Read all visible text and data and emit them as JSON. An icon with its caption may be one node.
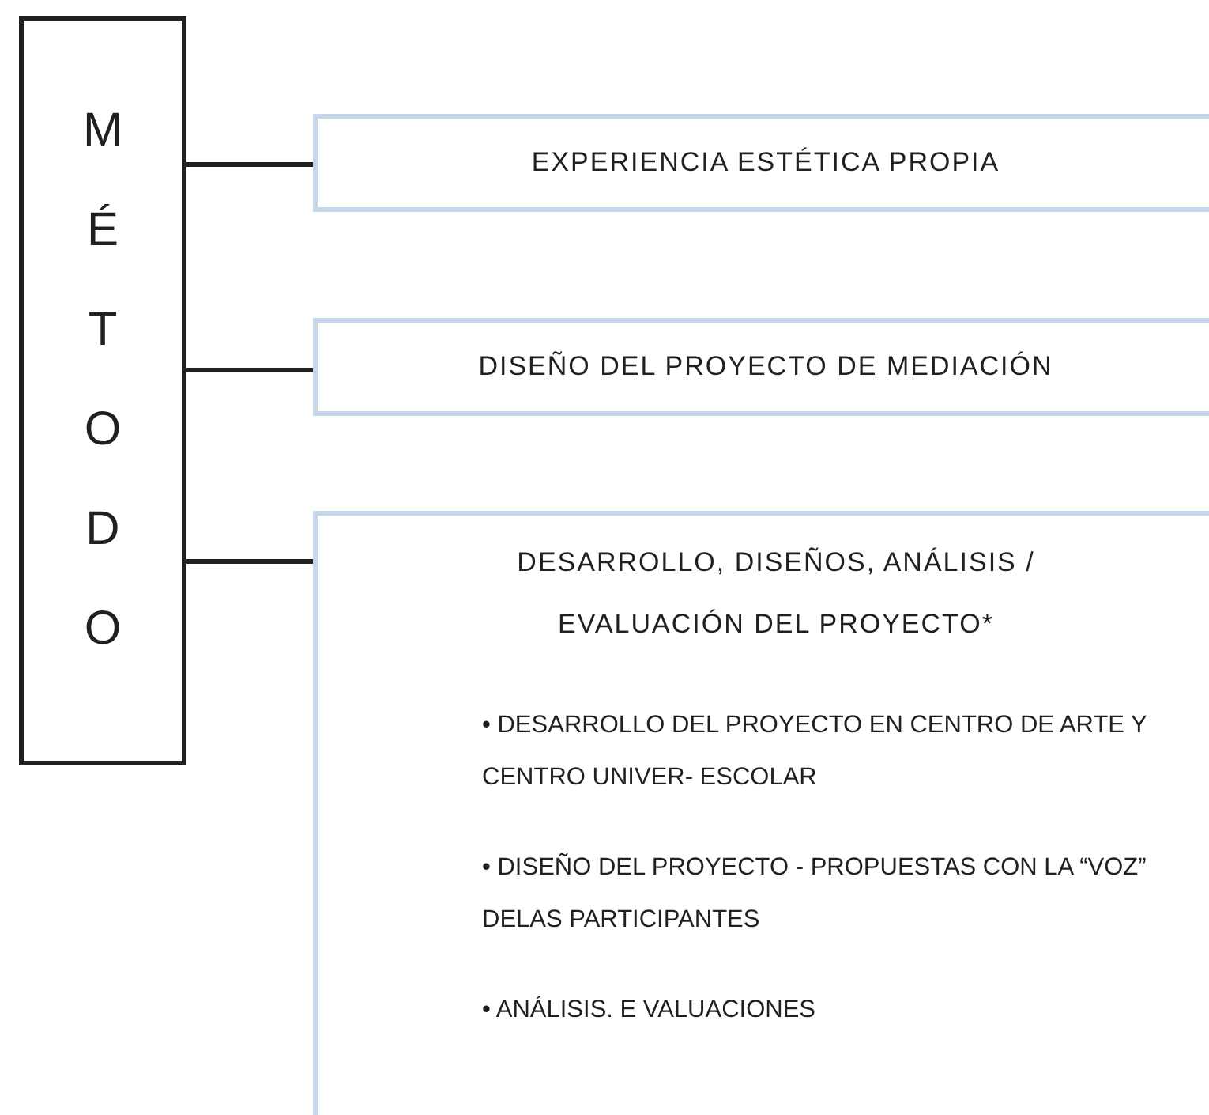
{
  "diagram": {
    "nodes": [
      {
        "text": [
          "MÉTODO"
        ]
      },
      {
        "text": [
          "EXPERIENCIA ESTÉTICA PROPIA"
        ]
      },
      {
        "text": [
          "DISEÑO DEL PROYECTO DE MEDIACIÓN"
        ]
      },
      {
        "text": [
          "DESARROLLO, DISEÑOS, ANÁLISIS / EVALUACIÓN DEL PROYECTO*",
          "• DESARROLLO DEL PROYECTO EN CENTRO DE ARTE Y CENTRO UNIVER- ESCOLAR",
          "• DISEÑO DEL PROYECTO - PROPUESTAS CON LA “VOZ” DELAS PARTICIPANTES",
          "• ANÁLISIS. E VALUACIONES"
        ]
      }
    ],
    "edges": [
      {
        "from": 0,
        "to": 1,
        "arrow": "none"
      },
      {
        "from": 0,
        "to": 2,
        "arrow": "none"
      },
      {
        "from": 0,
        "to": 3,
        "arrow": "none"
      }
    ]
  }
}
